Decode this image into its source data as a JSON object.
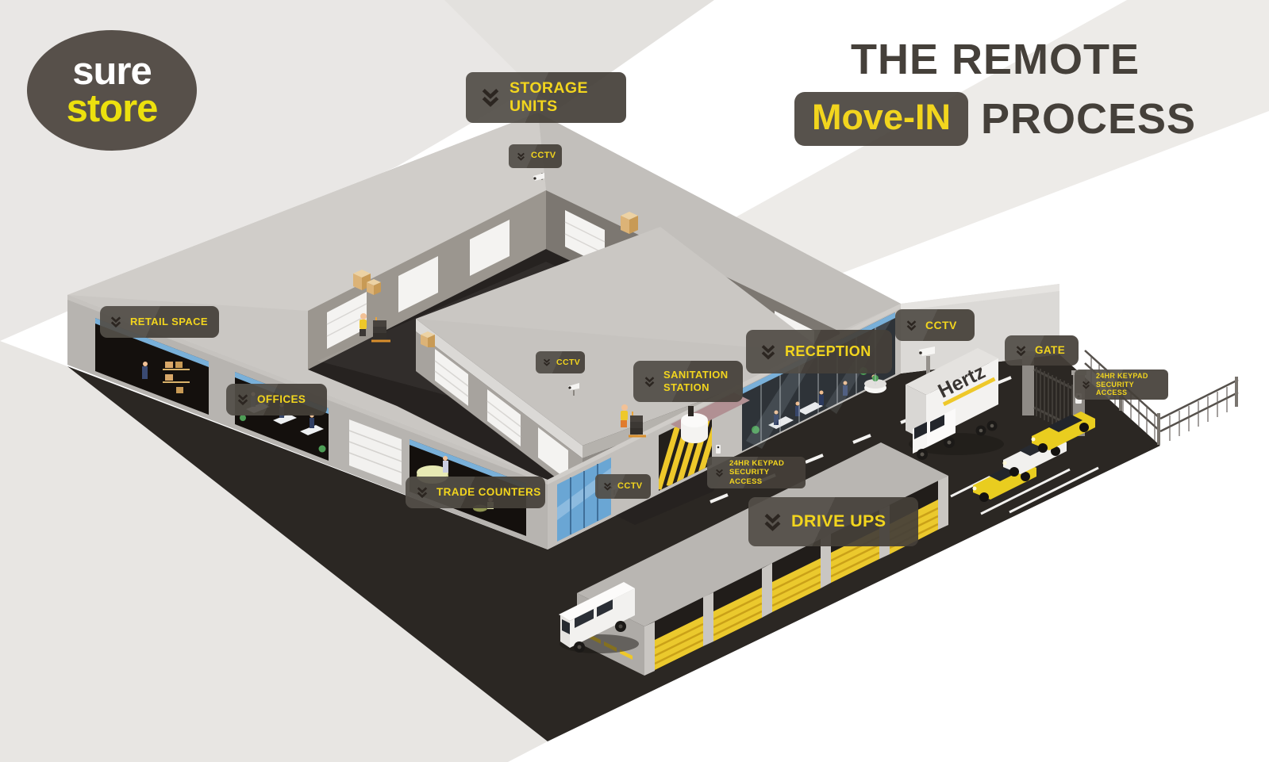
{
  "logo": {
    "word_top": "sure",
    "word_bottom": "store"
  },
  "title": {
    "line1": "THE REMOTE",
    "badge": "Move-IN",
    "after_badge": "PROCESS"
  },
  "map_labels": {
    "storage_units": "STORAGE UNITS",
    "cctv_top": "CCTV",
    "cctv_courtyard": "CCTV",
    "cctv_entrance": "CCTV",
    "cctv_gate": "CCTV",
    "retail_space": "RETAIL SPACE",
    "offices": "OFFICES",
    "trade_counters": "TRADE COUNTERS",
    "sanitation_station": "SANITATION STATION",
    "reception": "RECEPTION",
    "gate": "GATE",
    "keypad_entrance": "24HR KEYPAD SECURITY ACCESS",
    "keypad_gate": "24HR KEYPAD SECURITY ACCESS",
    "drive_ups": "DRIVE UPS"
  },
  "vehicles": {
    "truck_brand": "Hertz"
  },
  "icons": {
    "label_marker": "double-chevron-down-icon"
  },
  "colors": {
    "accent_yellow": "#F2D51E",
    "label_bg": "#453F39",
    "title_text": "#45403A",
    "logo_bg": "#57504A",
    "tarmac": "#2B2723",
    "building_light": "#C9C6C2",
    "glass_blue": "#6AA6D4",
    "door_yellow": "#EBC92D"
  }
}
